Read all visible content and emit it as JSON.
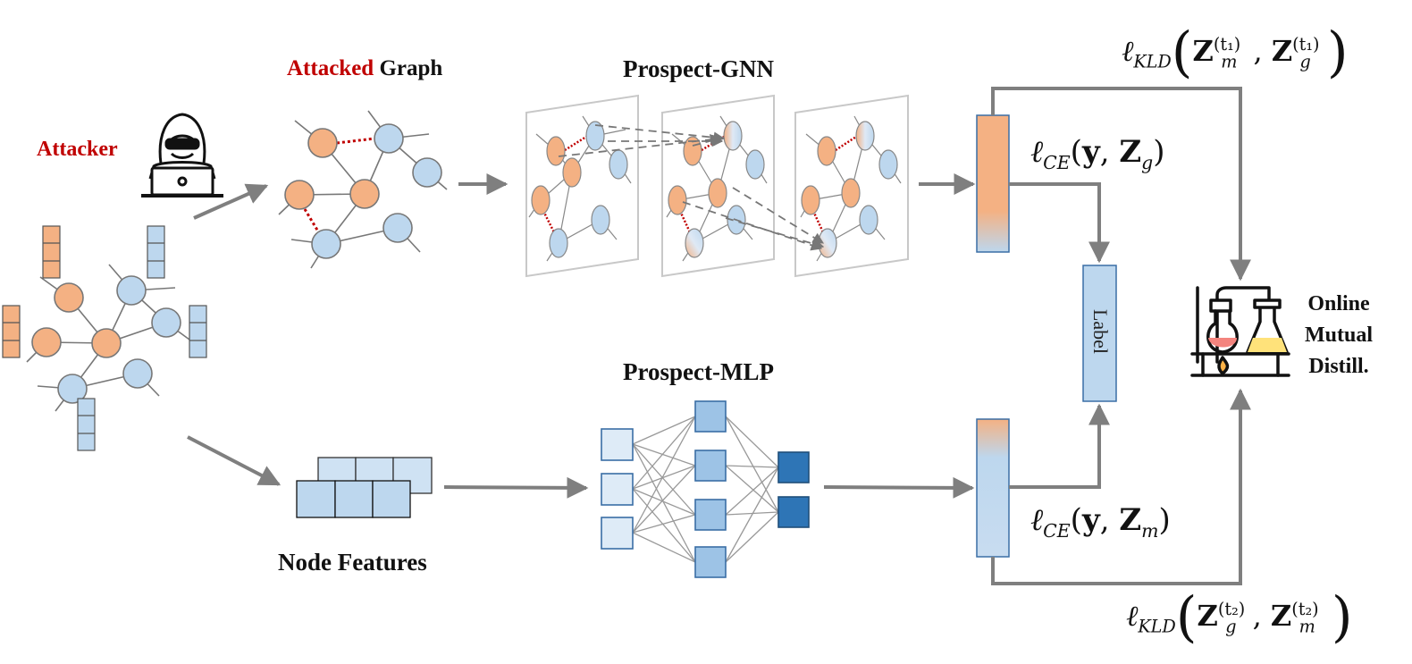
{
  "labels": {
    "attacker": "Attacker",
    "attacked_word": "Attacked",
    "graph_word": "Graph",
    "prospect_gnn": "Prospect-GNN",
    "prospect_mlp": "Prospect-MLP",
    "node_features": "Node Features",
    "label_box": "Label",
    "omd_line1": "Online",
    "omd_line2": "Mutual",
    "omd_line3": "Distill."
  },
  "formulas": {
    "kld_top": {
      "ell": "ℓ",
      "sub": "KLD",
      "a": "Z",
      "a_sub": "m",
      "a_sup": "(t₁)",
      "b": "Z",
      "b_sub": "g",
      "b_sup": "(t₁)"
    },
    "ce_gnn": {
      "ell": "ℓ",
      "sub": "CE",
      "y": "y",
      "z": "Z",
      "z_sub": "g"
    },
    "ce_mlp": {
      "ell": "ℓ",
      "sub": "CE",
      "y": "y",
      "z": "Z",
      "z_sub": "m"
    },
    "kld_bottom": {
      "ell": "ℓ",
      "sub": "KLD",
      "a": "Z",
      "a_sub": "g",
      "a_sup": "(t₂)",
      "b": "Z",
      "b_sub": "m",
      "b_sup": "(t₂)"
    }
  },
  "colors": {
    "orange_node": "#f4b183",
    "blue_node": "#bdd7ee",
    "arrow_gray": "#7f7f7f",
    "attack_red": "#c00000",
    "mlp_dark": "#2e75b6",
    "mlp_mid": "#9dc3e6",
    "mlp_light": "#deebf7"
  },
  "icons": [
    "hacker-icon",
    "chemistry-lab-icon"
  ]
}
